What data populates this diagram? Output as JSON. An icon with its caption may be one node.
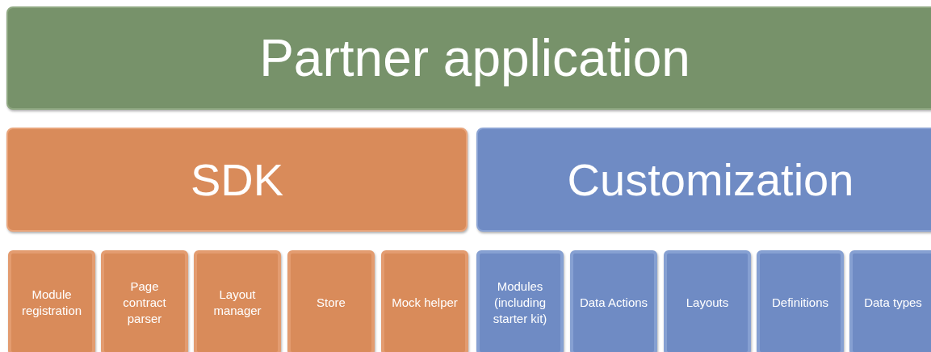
{
  "diagram": {
    "nodes": [
      {
        "text": [
          "Partner application"
        ]
      },
      {
        "text": [
          "SDK"
        ]
      },
      {
        "text": [
          "Customization"
        ]
      },
      {
        "text": [
          "Module registration"
        ]
      },
      {
        "text": [
          "Page contract parser"
        ]
      },
      {
        "text": [
          "Layout manager"
        ]
      },
      {
        "text": [
          "Store"
        ]
      },
      {
        "text": [
          "Mock helper"
        ]
      },
      {
        "text": [
          "Modules (including starter kit)"
        ]
      },
      {
        "text": [
          "Data Actions"
        ]
      },
      {
        "text": [
          "Layouts"
        ]
      },
      {
        "text": [
          "Definitions"
        ]
      },
      {
        "text": [
          "Data types"
        ]
      }
    ]
  }
}
